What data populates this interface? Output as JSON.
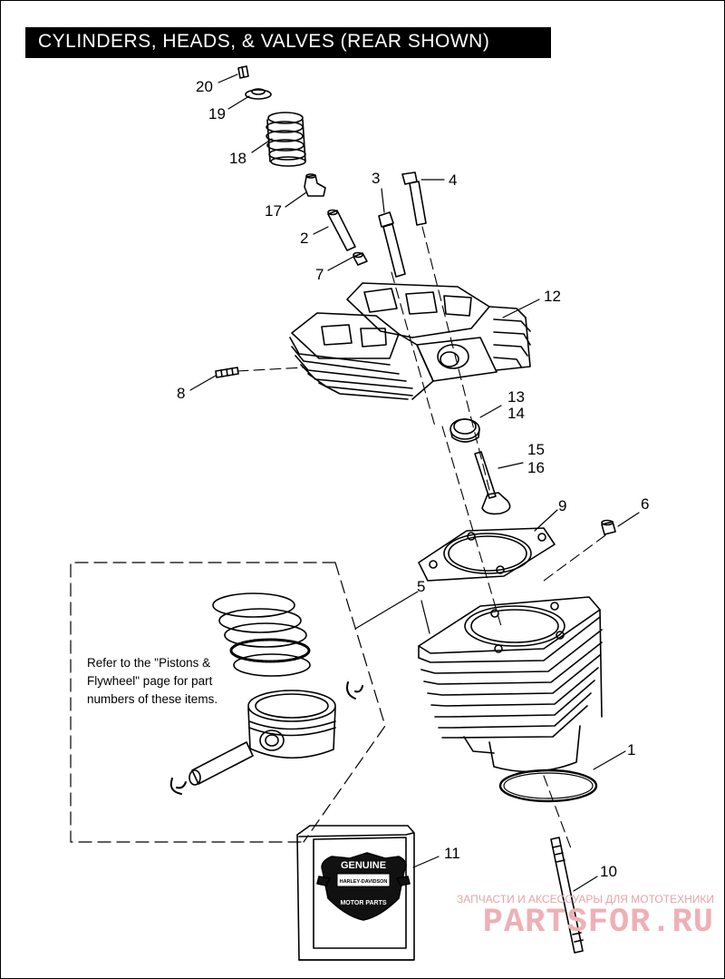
{
  "title": "CYLINDERS, HEADS, & VALVES (REAR SHOWN)",
  "callouts": {
    "c1": "1",
    "c2": "2",
    "c3": "3",
    "c4": "4",
    "c5": "5",
    "c6": "6",
    "c7": "7",
    "c8": "8",
    "c9": "9",
    "c10": "10",
    "c11": "11",
    "c12": "12",
    "c13": "13",
    "c14": "14",
    "c15": "15",
    "c16": "16",
    "c17": "17",
    "c18": "18",
    "c19": "19",
    "c20": "20"
  },
  "note": {
    "line1": "Refer to the \"Pistons &",
    "line2": "Flywheel\" page for part",
    "line3": "numbers of these items."
  },
  "logo": {
    "top": "GENUINE",
    "middle": "HARLEY-DAVIDSON",
    "bottom": "MOTOR PARTS"
  },
  "watermark": {
    "tagline": "ЗАПЧАСТИ И АКСЕССУАРЫ ДЛЯ МОТОТЕХНИКИ",
    "brand": "PARTSFOR.RU"
  },
  "colors": {
    "ink": "#000000",
    "title_bg": "#000000",
    "title_fg": "#ffffff",
    "watermark": "#e8a0a6"
  }
}
